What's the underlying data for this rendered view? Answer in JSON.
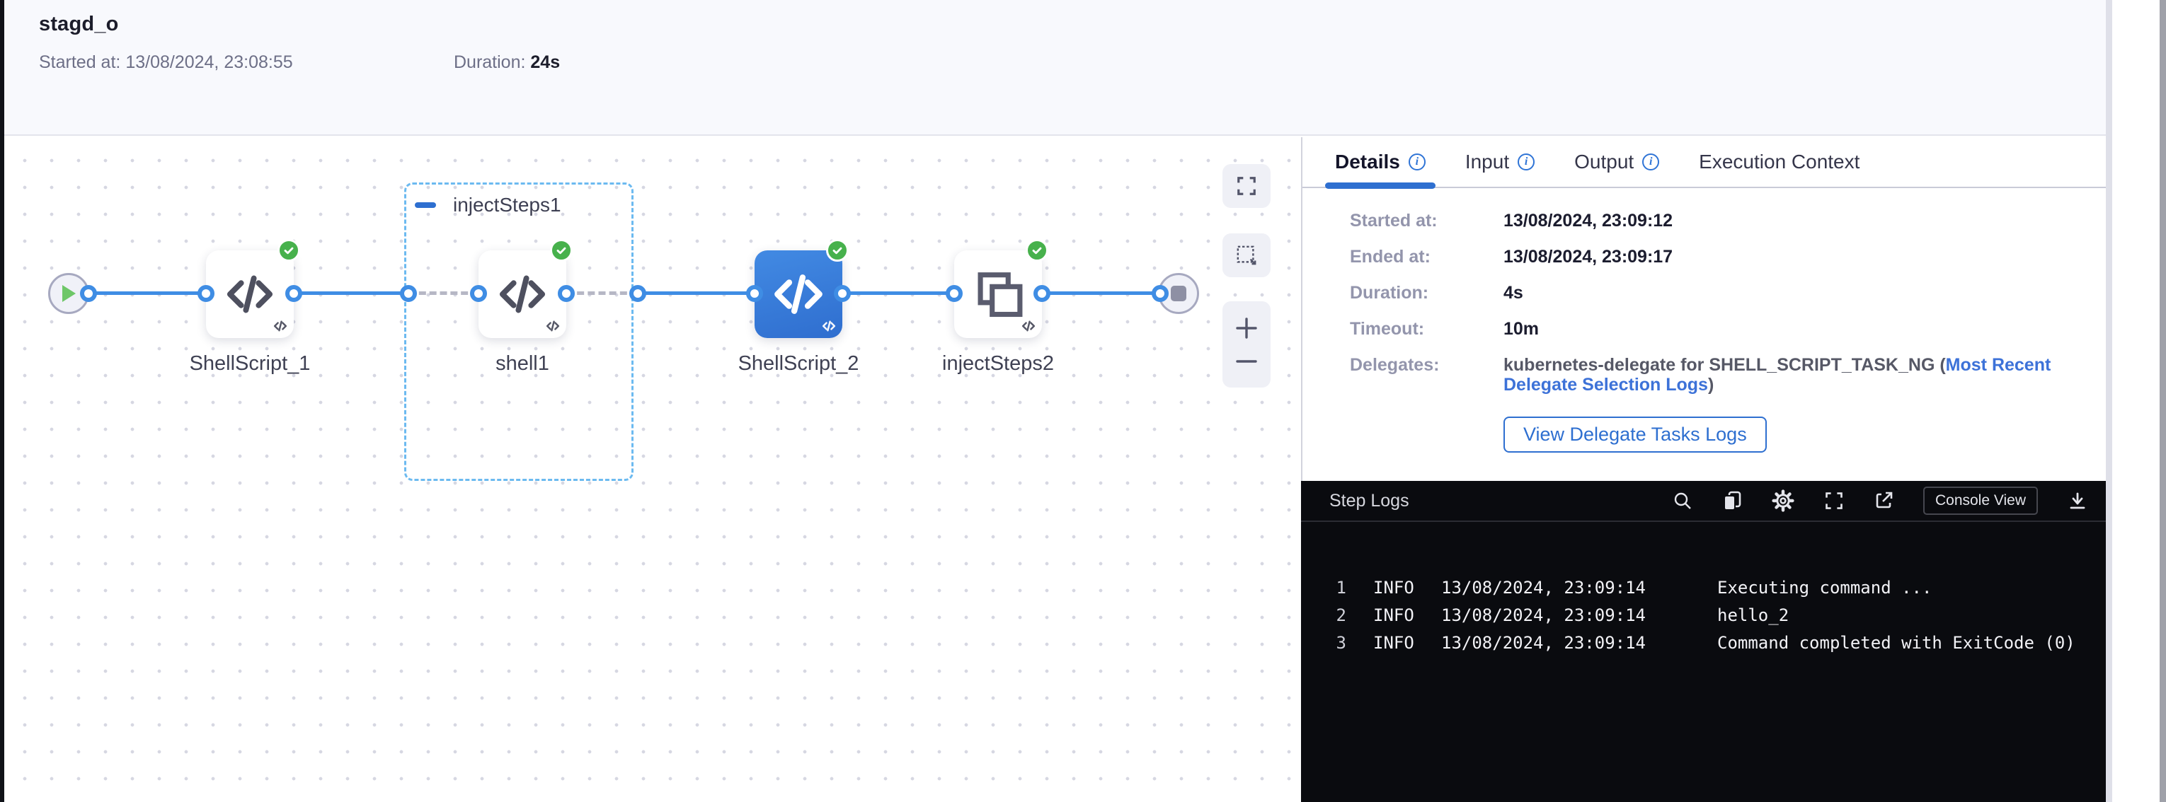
{
  "header": {
    "title": "stagd_o",
    "started_label": "Started at:",
    "started_value": "13/08/2024, 23:08:55",
    "duration_label": "Duration:",
    "duration_value": "24s"
  },
  "canvas": {
    "group_label": "injectSteps1",
    "nodes": [
      {
        "type": "start-node",
        "icon": "play-icon"
      },
      {
        "label": "ShellScript_1",
        "icon": "code-icon",
        "status": "success",
        "selected": false
      },
      {
        "label": "shell1",
        "icon": "code-icon",
        "status": "success",
        "selected": false
      },
      {
        "label": "ShellScript_2",
        "icon": "code-icon",
        "status": "success",
        "selected": true
      },
      {
        "label": "injectSteps2",
        "icon": "copy-steps-icon",
        "status": "success",
        "selected": false
      },
      {
        "type": "end-node",
        "icon": "stop-icon"
      }
    ],
    "controls": [
      "fullscreen-icon",
      "marquee-select-icon",
      "zoom-in-icon",
      "zoom-out-icon"
    ]
  },
  "panel": {
    "tabs": [
      {
        "label": "Details",
        "info": true,
        "active": true
      },
      {
        "label": "Input",
        "info": true,
        "active": false
      },
      {
        "label": "Output",
        "info": true,
        "active": false
      },
      {
        "label": "Execution Context",
        "info": false,
        "active": false
      }
    ],
    "details": {
      "started_label": "Started at:",
      "started_value": "13/08/2024, 23:09:12",
      "ended_label": "Ended at:",
      "ended_value": "13/08/2024, 23:09:17",
      "duration_label": "Duration:",
      "duration_value": "4s",
      "timeout_label": "Timeout:",
      "timeout_value": "10m",
      "delegates_label": "Delegates:",
      "delegates_text": "kubernetes-delegate for SHELL_SCRIPT_TASK_NG (",
      "delegates_link": "Most Recent Delegate Selection Logs",
      "delegates_suffix": ")",
      "button_label": "View Delegate Tasks Logs"
    },
    "logs": {
      "title": "Step Logs",
      "console_view_label": "Console View",
      "icons": [
        "search-icon",
        "copy-icon",
        "gear-icon",
        "fullscreen-icon",
        "external-link-icon",
        "download-icon"
      ],
      "lines": [
        {
          "num": "1",
          "level": "INFO",
          "time": "13/08/2024, 23:09:14",
          "message": "Executing command ..."
        },
        {
          "num": "2",
          "level": "INFO",
          "time": "13/08/2024, 23:09:14",
          "message": "hello_2"
        },
        {
          "num": "3",
          "level": "INFO",
          "time": "13/08/2024, 23:09:14",
          "message": "Command completed with ExitCode (0)"
        }
      ]
    }
  },
  "colors": {
    "accent_blue": "#2e6fd0",
    "link_blue": "#3d72d8",
    "success_green": "#47b14c",
    "selected_node_blue": "#3b82e0",
    "edge_blue": "#3f8de4",
    "log_bg": "#0a0b0f"
  }
}
